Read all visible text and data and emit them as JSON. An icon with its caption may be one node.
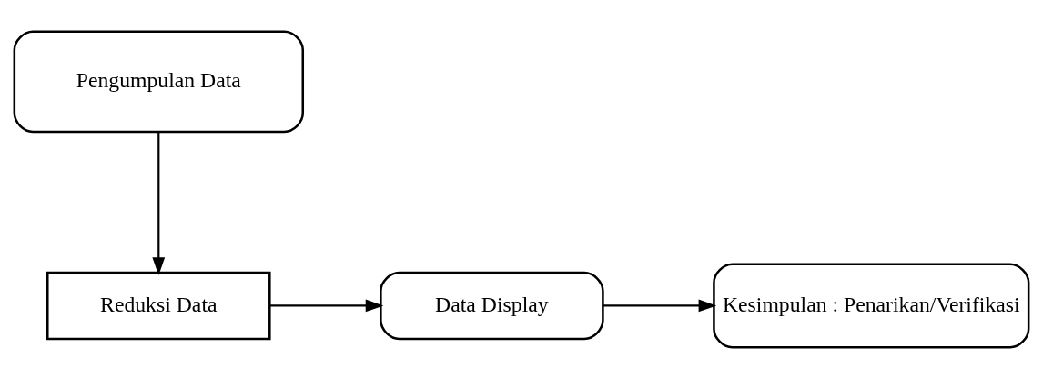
{
  "diagram": {
    "nodes": [
      {
        "text": [
          "Pengumpulan Data"
        ]
      },
      {
        "text": [
          "Reduksi Data"
        ]
      },
      {
        "text": [
          "Data Display"
        ]
      },
      {
        "text": [
          "Kesimpulan : Penarikan/Verifikasi"
        ]
      }
    ],
    "edges": [
      {
        "from": 0,
        "to": 1,
        "arrow": "to"
      },
      {
        "from": 1,
        "to": 2,
        "arrow": "to"
      },
      {
        "from": 2,
        "to": 3,
        "arrow": "to"
      }
    ]
  }
}
